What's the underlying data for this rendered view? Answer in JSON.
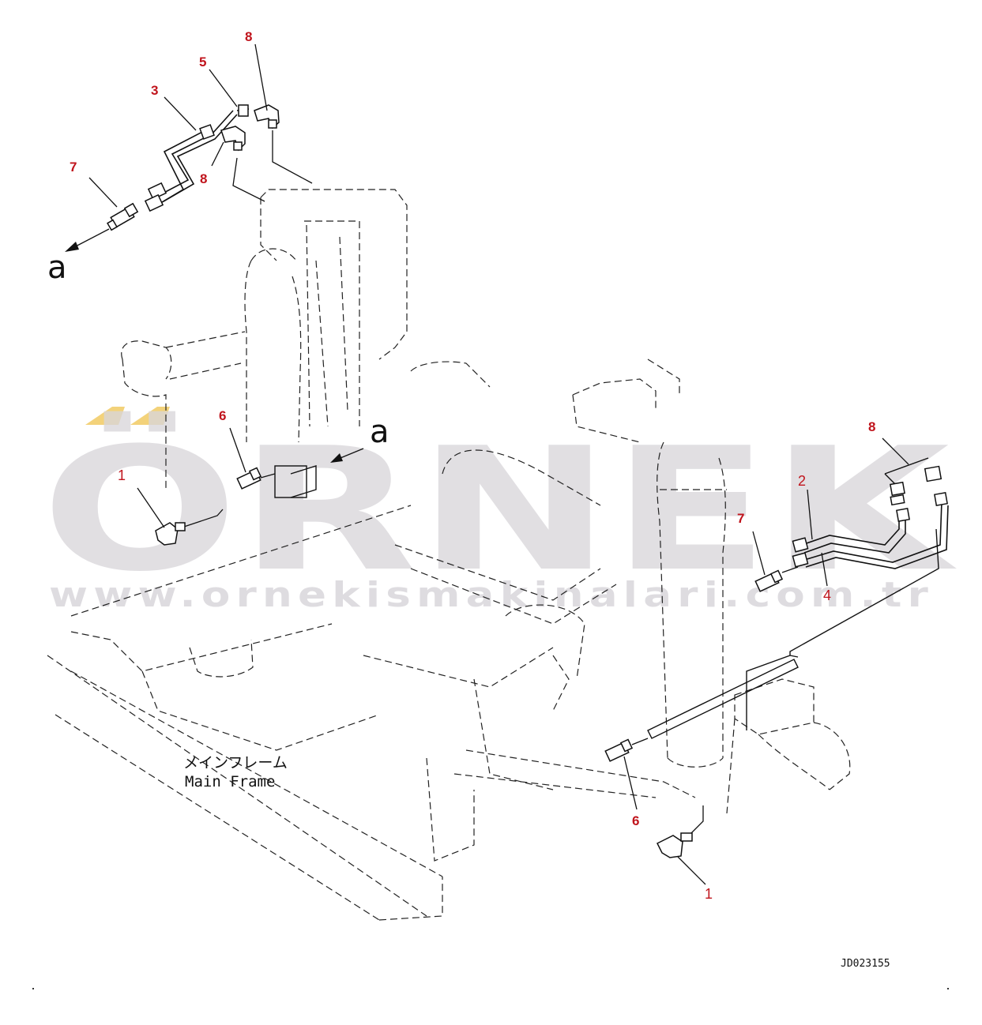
{
  "watermark": {
    "brand": "ÖRNEK",
    "url": "www.ornekismakinalari.com.tr",
    "accent_color": "#f3d27a"
  },
  "reference_marks": {
    "a_upper": "a",
    "a_middle": "a"
  },
  "callouts": {
    "part_8_top": "8",
    "part_5": "5",
    "part_3": "3",
    "part_7_left": "7",
    "part_8_mid": "8",
    "part_6_left": "6",
    "part_1_left": "1",
    "part_8_right": "8",
    "part_2": "2",
    "part_7_right": "7",
    "part_4": "4",
    "part_6_right": "6",
    "part_1_right": "1"
  },
  "frame_label": {
    "japanese": "メインフレーム",
    "english": "Main Frame"
  },
  "drawing_code": "JD023155",
  "colors": {
    "callout": "#c0141c",
    "line": "#111111",
    "watermark": "#d9d7db"
  }
}
